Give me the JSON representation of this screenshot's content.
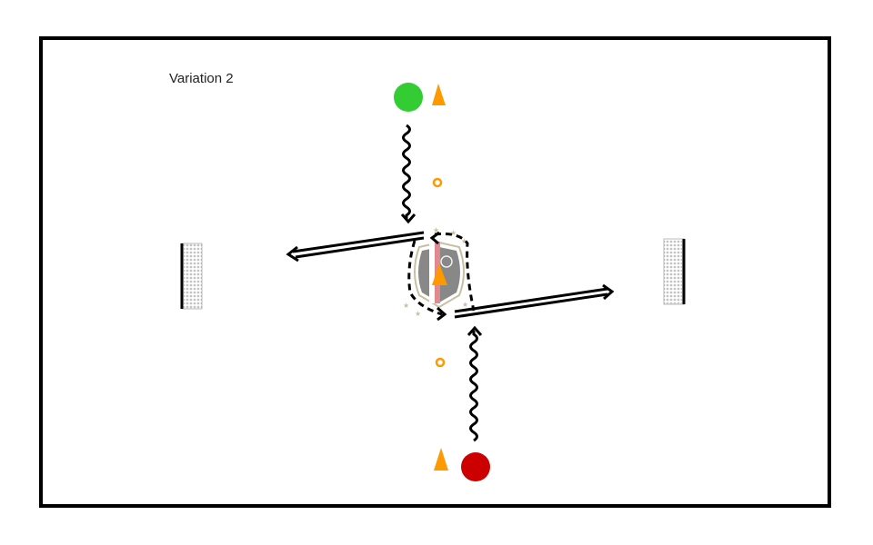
{
  "title": "Variation 2",
  "logo": {
    "text": "club crest"
  },
  "colors": {
    "player_green": "#33cc33",
    "player_red": "#cc0000",
    "cone": "#ff9900",
    "line": "#000000",
    "field_border": "#000000"
  },
  "elements": {
    "players": [
      "green-player",
      "red-player"
    ],
    "cones": 3,
    "markers": 2,
    "goals": 2
  }
}
